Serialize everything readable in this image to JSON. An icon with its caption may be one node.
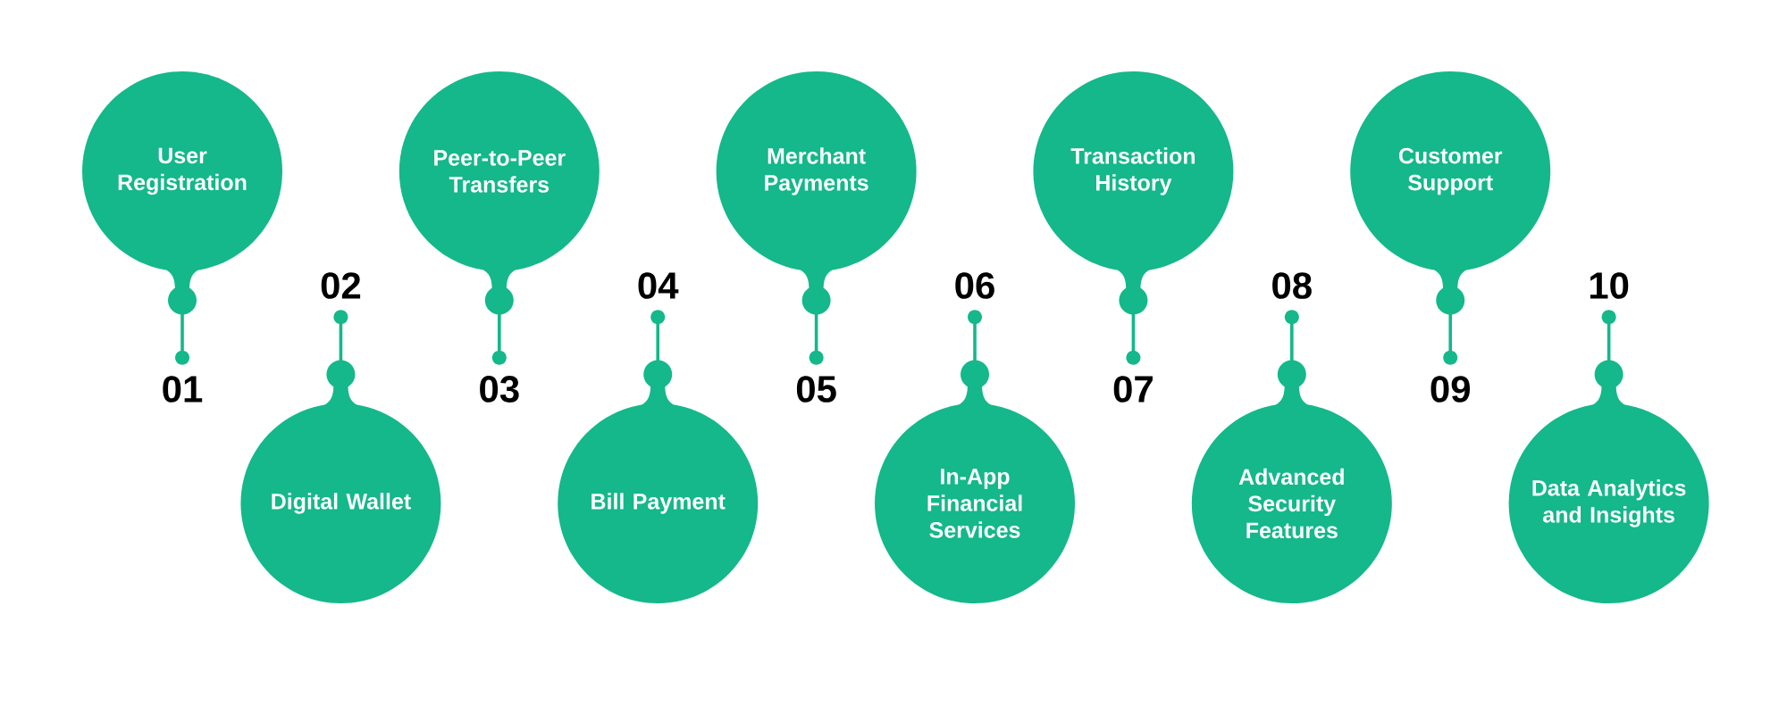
{
  "diagram": {
    "nodes": [
      {
        "text": [
          "User Registration"
        ]
      },
      {
        "text": [
          "Digital Wallet"
        ]
      },
      {
        "text": [
          "Peer-to-Peer Transfers"
        ]
      },
      {
        "text": [
          "Bill Payment"
        ]
      },
      {
        "text": [
          "Merchant Payments"
        ]
      },
      {
        "text": [
          "In-App Financial Services"
        ]
      },
      {
        "text": [
          "Transaction History"
        ]
      },
      {
        "text": [
          "Advanced Security Features"
        ]
      },
      {
        "text": [
          "Customer Support"
        ]
      },
      {
        "text": [
          "Data Analytics and Insights"
        ]
      },
      {
        "text": [
          "01"
        ]
      },
      {
        "text": [
          "02"
        ]
      },
      {
        "text": [
          "03"
        ]
      },
      {
        "text": [
          "04"
        ]
      },
      {
        "text": [
          "05"
        ]
      },
      {
        "text": [
          "06"
        ]
      },
      {
        "text": [
          "07"
        ]
      },
      {
        "text": [
          "08"
        ]
      },
      {
        "text": [
          "09"
        ]
      },
      {
        "text": [
          "10"
        ]
      }
    ],
    "edges": [
      {
        "from": 0,
        "to": 10,
        "arrow": "other"
      },
      {
        "from": 1,
        "to": 11,
        "arrow": "other"
      },
      {
        "from": 2,
        "to": 12,
        "arrow": "other"
      },
      {
        "from": 3,
        "to": 13,
        "arrow": "other"
      },
      {
        "from": 4,
        "to": 14,
        "arrow": "other"
      },
      {
        "from": 5,
        "to": 15,
        "arrow": "other"
      },
      {
        "from": 6,
        "to": 16,
        "arrow": "other"
      },
      {
        "from": 7,
        "to": 17,
        "arrow": "other"
      },
      {
        "from": 8,
        "to": 18,
        "arrow": "other"
      },
      {
        "from": 9,
        "to": 19,
        "arrow": "other"
      }
    ]
  }
}
